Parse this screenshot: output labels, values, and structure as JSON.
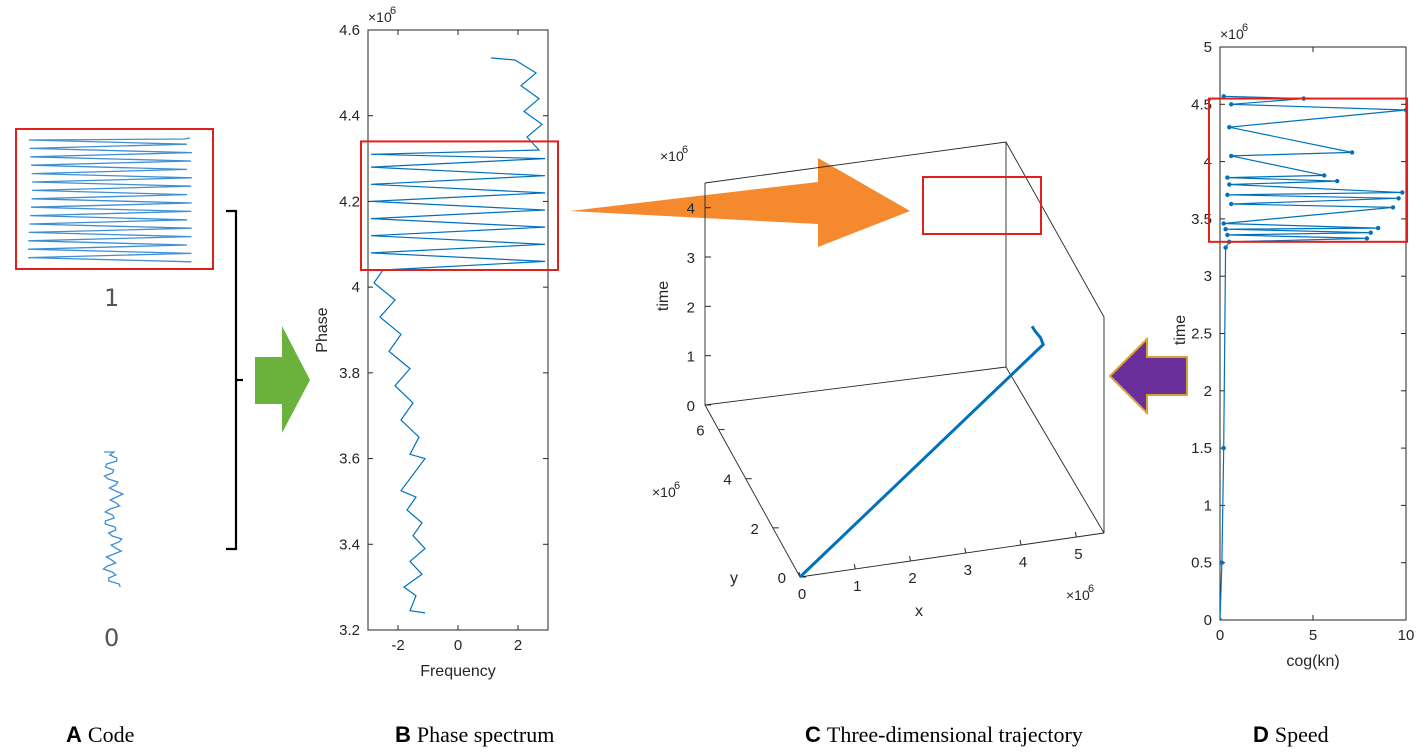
{
  "panels": {
    "a": {
      "letter": "A",
      "title": "Code",
      "label_top": "1",
      "label_bottom": "0"
    },
    "b": {
      "letter": "B",
      "title": "Phase spectrum"
    },
    "c": {
      "letter": "C",
      "title": "Three-dimensional trajectory"
    },
    "d": {
      "letter": "D",
      "title": "Speed"
    }
  },
  "colors": {
    "line": "#0072BD",
    "highlight": "#e0201b",
    "arrow_green": "#6ab23c",
    "arrow_orange": "#f5892e",
    "arrow_purple": "#6a2f9a",
    "arrow_purple_border": "#d9a236"
  },
  "chart_data": [
    {
      "type": "line",
      "panel": "B",
      "xlabel": "Frequency",
      "ylabel": "Phase",
      "xlim": [
        -3,
        3
      ],
      "ylim": [
        3200000,
        4600000
      ],
      "xticks": [
        -2,
        0,
        2
      ],
      "xtick_labels": [
        "-2",
        "0",
        "2"
      ],
      "yticks": [
        3200000,
        3400000,
        3600000,
        3800000,
        4000000,
        4200000,
        4400000,
        4600000
      ],
      "ytick_labels": [
        "3.2",
        "3.4",
        "3.6",
        "3.8",
        "4",
        "4.2",
        "4.4",
        "4.6"
      ],
      "y_multiplier": "×10",
      "y_exponent": "6",
      "highlight_range": [
        4040000,
        4340000
      ],
      "series": [
        {
          "points": [
            [
              -1.1,
              3240000
            ],
            [
              -1.6,
              3245000
            ],
            [
              -1.4,
              3280000
            ],
            [
              -1.8,
              3300000
            ],
            [
              -1.2,
              3330000
            ],
            [
              -1.6,
              3360000
            ],
            [
              -1.1,
              3390000
            ],
            [
              -1.5,
              3420000
            ],
            [
              -1.2,
              3450000
            ],
            [
              -1.7,
              3480000
            ],
            [
              -1.4,
              3510000
            ],
            [
              -1.9,
              3525000
            ],
            [
              -1.1,
              3600000
            ],
            [
              -1.6,
              3610000
            ],
            [
              -1.3,
              3650000
            ],
            [
              -1.9,
              3690000
            ],
            [
              -1.5,
              3730000
            ],
            [
              -2.1,
              3770000
            ],
            [
              -1.6,
              3810000
            ],
            [
              -2.3,
              3850000
            ],
            [
              -1.9,
              3890000
            ],
            [
              -2.6,
              3930000
            ],
            [
              -2.1,
              3970000
            ],
            [
              -2.8,
              4010000
            ],
            [
              -2.5,
              4040000
            ],
            [
              2.9,
              4060000
            ],
            [
              -2.9,
              4080000
            ],
            [
              2.9,
              4100000
            ],
            [
              -2.9,
              4120000
            ],
            [
              2.9,
              4140000
            ],
            [
              -2.9,
              4160000
            ],
            [
              2.9,
              4180000
            ],
            [
              -2.9,
              4200000
            ],
            [
              2.9,
              4220000
            ],
            [
              -2.9,
              4240000
            ],
            [
              2.9,
              4260000
            ],
            [
              -2.9,
              4280000
            ],
            [
              2.9,
              4300000
            ],
            [
              -2.9,
              4310000
            ],
            [
              2.7,
              4320000
            ],
            [
              2.3,
              4350000
            ],
            [
              2.8,
              4380000
            ],
            [
              2.2,
              4410000
            ],
            [
              2.7,
              4440000
            ],
            [
              2.1,
              4470000
            ],
            [
              2.6,
              4500000
            ],
            [
              1.9,
              4530000
            ],
            [
              1.1,
              4535000
            ]
          ]
        }
      ]
    },
    {
      "type": "line",
      "panel": "C",
      "projection": "3d",
      "xlabel": "x",
      "ylabel": "y",
      "zlabel": "time",
      "xlim": [
        0,
        5500000
      ],
      "ylim": [
        0,
        7000000
      ],
      "zlim": [
        0,
        4500000
      ],
      "xticks": [
        0,
        1000000,
        2000000,
        3000000,
        4000000,
        5000000
      ],
      "xtick_labels": [
        "0",
        "1",
        "2",
        "3",
        "4",
        "5"
      ],
      "yticks": [
        0,
        2000000,
        4000000,
        6000000
      ],
      "ytick_labels": [
        "0",
        "2",
        "4",
        "6"
      ],
      "zticks": [
        0,
        1000000,
        2000000,
        3000000,
        4000000
      ],
      "ztick_labels": [
        "0",
        "1",
        "2",
        "3",
        "4"
      ],
      "multiplier": "×10",
      "exponent": "6",
      "highlight_note": "red box near trajectory top",
      "series": [
        {
          "points": [
            [
              0,
              0,
              0
            ],
            [
              4400000,
              0,
              4000000
            ],
            [
              4350000,
              0,
              4150000
            ],
            [
              4250000,
              0,
              4300000
            ],
            [
              4200000,
              0,
              4400000
            ]
          ]
        }
      ]
    },
    {
      "type": "line",
      "panel": "D",
      "xlabel": "cog(kn)",
      "ylabel": "time",
      "xlim": [
        0,
        10
      ],
      "ylim": [
        0,
        5000000
      ],
      "xticks": [
        0,
        5,
        10
      ],
      "xtick_labels": [
        "0",
        "5",
        "10"
      ],
      "yticks": [
        0,
        500000,
        1000000,
        1500000,
        2000000,
        2500000,
        3000000,
        3500000,
        4000000,
        4500000,
        5000000
      ],
      "ytick_labels": [
        "0",
        "0.5",
        "1",
        "1.5",
        "2",
        "2.5",
        "3",
        "3.5",
        "4",
        "4.5",
        "5"
      ],
      "y_multiplier": "×10",
      "y_exponent": "6",
      "highlight_range": [
        3300000,
        4550000
      ],
      "series": [
        {
          "points": [
            [
              0,
              0
            ],
            [
              0.1,
              500000
            ],
            [
              0.2,
              1500000
            ],
            [
              0.3,
              3250000
            ],
            [
              0.5,
              3300000
            ],
            [
              7.9,
              3330000
            ],
            [
              0.4,
              3360000
            ],
            [
              8.1,
              3380000
            ],
            [
              0.3,
              3410000
            ],
            [
              8.5,
              3420000
            ],
            [
              0.2,
              3460000
            ],
            [
              9.3,
              3600000
            ],
            [
              0.6,
              3630000
            ],
            [
              9.6,
              3680000
            ],
            [
              0.4,
              3710000
            ],
            [
              9.8,
              3730000
            ],
            [
              0.5,
              3800000
            ],
            [
              6.3,
              3830000
            ],
            [
              0.4,
              3860000
            ],
            [
              5.6,
              3880000
            ],
            [
              0.6,
              4050000
            ],
            [
              7.1,
              4080000
            ],
            [
              0.5,
              4300000
            ],
            [
              10,
              4450000
            ],
            [
              0.6,
              4500000
            ],
            [
              4.5,
              4550000
            ],
            [
              0.2,
              4570000
            ]
          ]
        }
      ]
    }
  ]
}
